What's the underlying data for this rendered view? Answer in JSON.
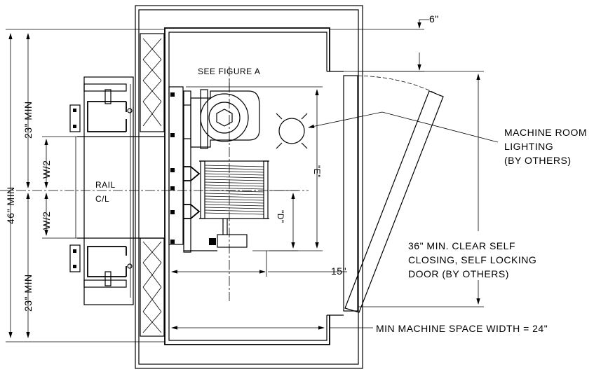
{
  "labels": {
    "six_inch": "6\"",
    "see_figure_a": "SEE FIGURE A",
    "lighting_line1": "MACHINE ROOM",
    "lighting_line2": "LIGHTING",
    "lighting_line3": "(BY OTHERS)",
    "dim_46_min": "46\" MIN",
    "dim_23_min_top": "23\" MIN",
    "dim_23_min_bottom": "23\" MIN",
    "w_half_top": "W/2",
    "w_half_bottom": "W/2",
    "rail": "RAIL",
    "centerline": "C/L",
    "dim_e": "\"E\"",
    "dim_d": "\"D\"",
    "dim_15": "15\"",
    "door_line1": "36\" MIN. CLEAR SELF",
    "door_line2": "CLOSING, SELF LOCKING",
    "door_line3": "DOOR (BY OTHERS)",
    "machine_space": "MIN MACHINE SPACE WIDTH = 24\""
  }
}
